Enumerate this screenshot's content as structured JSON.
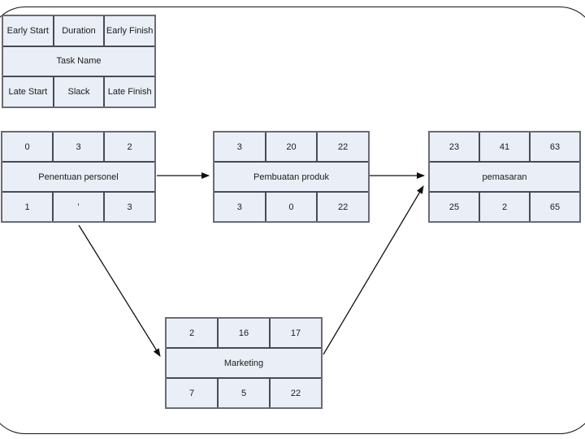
{
  "colors": {
    "cell_fill": "#eaeef6",
    "grid_line": "#4a4a55",
    "box_border": "#6b6b75",
    "text": "#1b1b1b",
    "arrow": "#111111",
    "slide_border": "#151515"
  },
  "legend": {
    "top": [
      "Early Start",
      "Duration",
      "Early Finish"
    ],
    "name": "Task Name",
    "bottom": [
      "Late Start",
      "Slack",
      "Late Finish"
    ]
  },
  "nodes": [
    {
      "name": "Penentuan personel",
      "top": [
        "0",
        "3",
        "2"
      ],
      "bottom": [
        "1",
        "'",
        "3"
      ]
    },
    {
      "name": "Pembuatan produk",
      "top": [
        "3",
        "20",
        "22"
      ],
      "bottom": [
        "3",
        "0",
        "22"
      ]
    },
    {
      "name": "pemasaran",
      "top": [
        "23",
        "41",
        "63"
      ],
      "bottom": [
        "25",
        "2",
        "65"
      ]
    },
    {
      "name": "Marketing",
      "top": [
        "2",
        "16",
        "17"
      ],
      "bottom": [
        "7",
        "5",
        "22"
      ]
    }
  ],
  "arrows": [
    {
      "from": "Penentuan personel",
      "to": "Pembuatan produk"
    },
    {
      "from": "Pembuatan produk",
      "to": "pemasaran"
    },
    {
      "from": "Penentuan personel",
      "to": "Marketing"
    },
    {
      "from": "Marketing",
      "to": "pemasaran"
    }
  ]
}
